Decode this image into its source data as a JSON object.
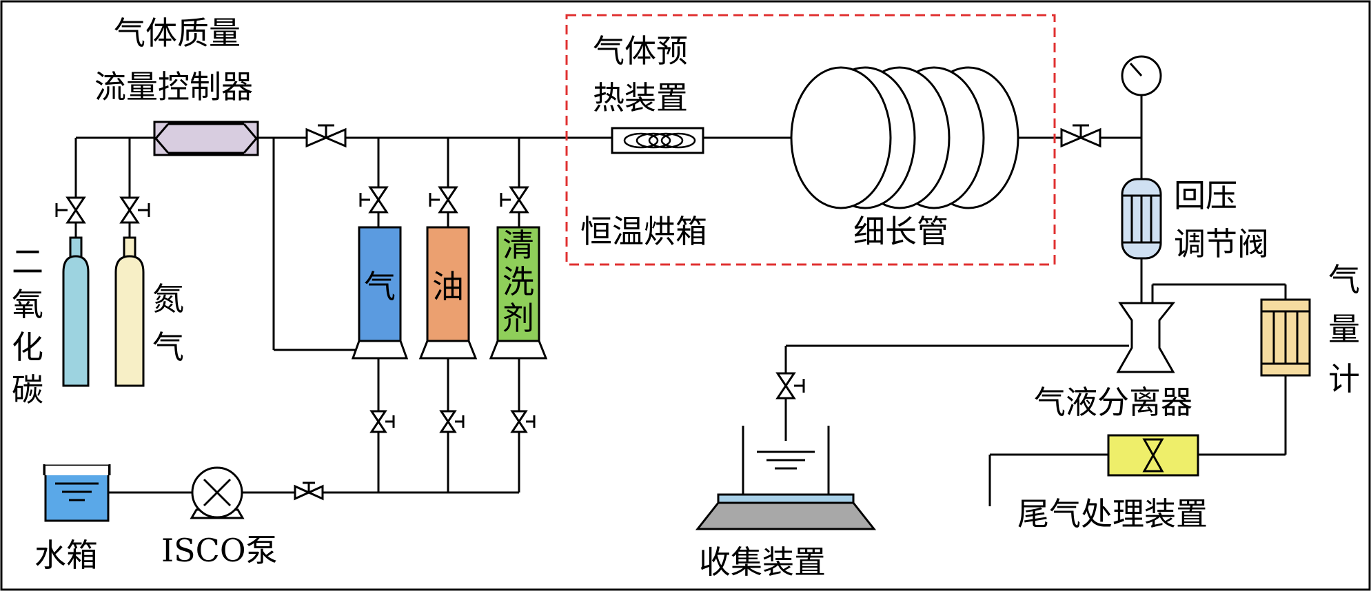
{
  "labels": {
    "mfc": [
      "气体质量",
      "流量控制器"
    ],
    "co2": [
      "二",
      "氧",
      "化",
      "碳"
    ],
    "n2": [
      "氮",
      "气"
    ],
    "preheater": [
      "气体预",
      "热装置"
    ],
    "oven": "恒温烘箱",
    "slim_tube": "细长管",
    "bpr": [
      "回压",
      "调节阀"
    ],
    "gas_meter": [
      "气",
      "量",
      "计"
    ],
    "separator": "气液分离器",
    "tail_gas": "尾气处理装置",
    "collector": "收集装置",
    "water_tank": "水箱",
    "pump": "ISCO泵",
    "cyl_gas": "气",
    "cyl_oil": "油",
    "cyl_cleaner": [
      "清",
      "洗",
      "剂"
    ]
  },
  "colors": {
    "co2_bottle": "#9dd3e0",
    "n2_bottle": "#f7efc6",
    "mfc": "#d8cde0",
    "gas_cylinder": "#5b9be0",
    "oil_cylinder": "#eba070",
    "cleaner_cylinder": "#8fcf5a",
    "oven_border": "#e03030",
    "bpr": "#cfe0f2",
    "gas_meter": "#f5dca0",
    "tail_gas": "#eeee6a",
    "water": "#5aa8e8",
    "collector_base": "#a8a8a8",
    "collector_plate": "#a8d0e8"
  }
}
